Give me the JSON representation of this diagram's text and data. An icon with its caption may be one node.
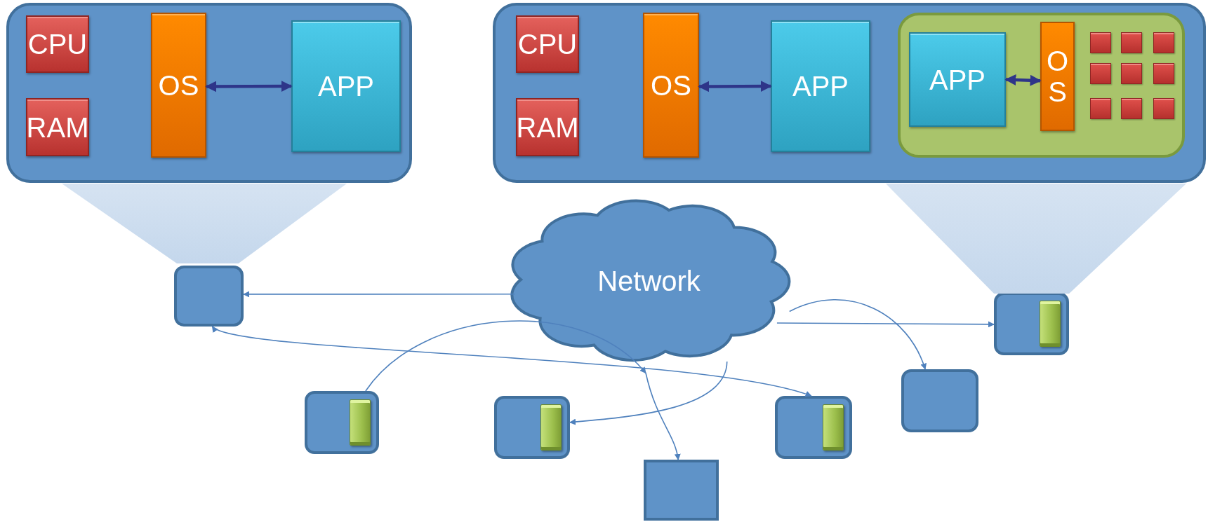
{
  "diagram": {
    "nodes": [
      {
        "text": [],
        "shape": "box"
      },
      {
        "text": [
          "CPU"
        ],
        "in": 0
      },
      {
        "text": [
          "RAM"
        ],
        "in": 0
      },
      {
        "text": [
          "OS"
        ],
        "in": 0
      },
      {
        "text": [
          "APP"
        ],
        "in": 0
      },
      {
        "text": [],
        "shape": "box"
      },
      {
        "text": [
          "CPU"
        ],
        "in": 5
      },
      {
        "text": [
          "RAM"
        ],
        "in": 5
      },
      {
        "text": [
          "OS"
        ],
        "in": 5
      },
      {
        "text": [
          "APP"
        ],
        "in": 5
      },
      {
        "text": [],
        "shape": "box",
        "in": 5
      },
      {
        "text": [
          "APP"
        ],
        "in": 10
      },
      {
        "text": [
          "OS"
        ],
        "in": 10
      },
      {
        "text": [
          "Network"
        ]
      },
      {
        "text": [],
        "shape": "box"
      },
      {
        "text": [],
        "shape": "box"
      },
      {
        "text": [],
        "shape": "box"
      },
      {
        "text": [],
        "shape": "box"
      },
      {
        "text": [],
        "shape": "box"
      },
      {
        "text": [],
        "shape": "box"
      },
      {
        "text": [],
        "shape": "box"
      },
      {
        "text": [],
        "shape": "trapezoid"
      },
      {
        "text": [],
        "shape": "trapezoid"
      }
    ],
    "edges": [
      {
        "from": 3,
        "to": 4,
        "arrow": "both",
        "style": "thick",
        "color": "#2e3589"
      },
      {
        "from": 8,
        "to": 9,
        "arrow": "both",
        "style": "thick",
        "color": "#2e3589"
      },
      {
        "from": 11,
        "to": 12,
        "arrow": "both",
        "style": "thick",
        "color": "#2e3589"
      },
      {
        "from": 13,
        "to": 14,
        "arrow": "to"
      },
      {
        "from": 14,
        "to": 19,
        "arrow": "both"
      },
      {
        "from": 17,
        "to": 13,
        "arrow": "to"
      },
      {
        "from": 13,
        "to": 18,
        "arrow": "to"
      },
      {
        "from": 13,
        "to": 20,
        "arrow": "to"
      },
      {
        "from": 13,
        "to": 15,
        "arrow": "to"
      },
      {
        "from": 13,
        "to": 16,
        "arrow": "to"
      }
    ]
  }
}
